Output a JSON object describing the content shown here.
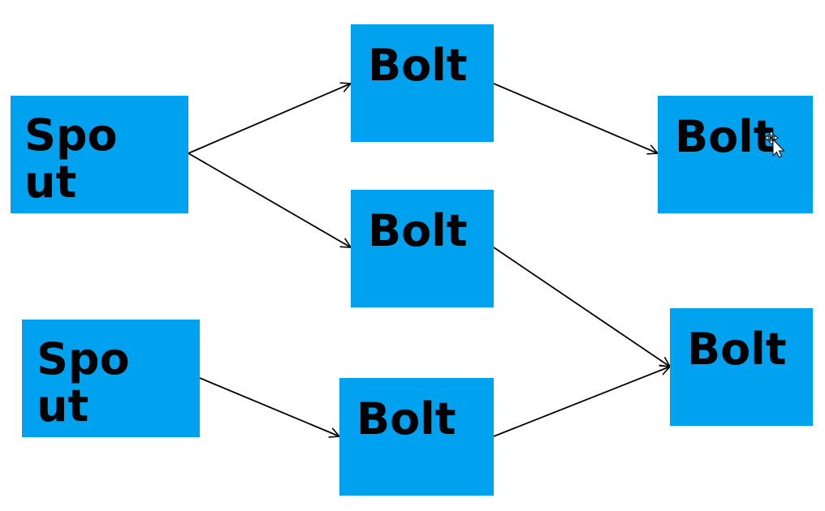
{
  "diagram": {
    "node_color": "#00a2f0",
    "text_color": "#000000",
    "edge_color": "#000000",
    "nodes": [
      {
        "id": "spout-1",
        "label": "Spout"
      },
      {
        "id": "spout-2",
        "label": "Spout"
      },
      {
        "id": "bolt-1",
        "label": "Bolt"
      },
      {
        "id": "bolt-2",
        "label": "Bolt"
      },
      {
        "id": "bolt-3",
        "label": "Bolt"
      },
      {
        "id": "bolt-4",
        "label": "Bolt"
      },
      {
        "id": "bolt-5",
        "label": "Bolt"
      }
    ],
    "edges": [
      {
        "from": "spout-1",
        "to": "bolt-1"
      },
      {
        "from": "spout-1",
        "to": "bolt-2"
      },
      {
        "from": "spout-2",
        "to": "bolt-3"
      },
      {
        "from": "bolt-1",
        "to": "bolt-4"
      },
      {
        "from": "bolt-2",
        "to": "bolt-5"
      },
      {
        "from": "bolt-3",
        "to": "bolt-5"
      }
    ]
  },
  "cursor": {
    "icon": "move-cursor-icon"
  }
}
